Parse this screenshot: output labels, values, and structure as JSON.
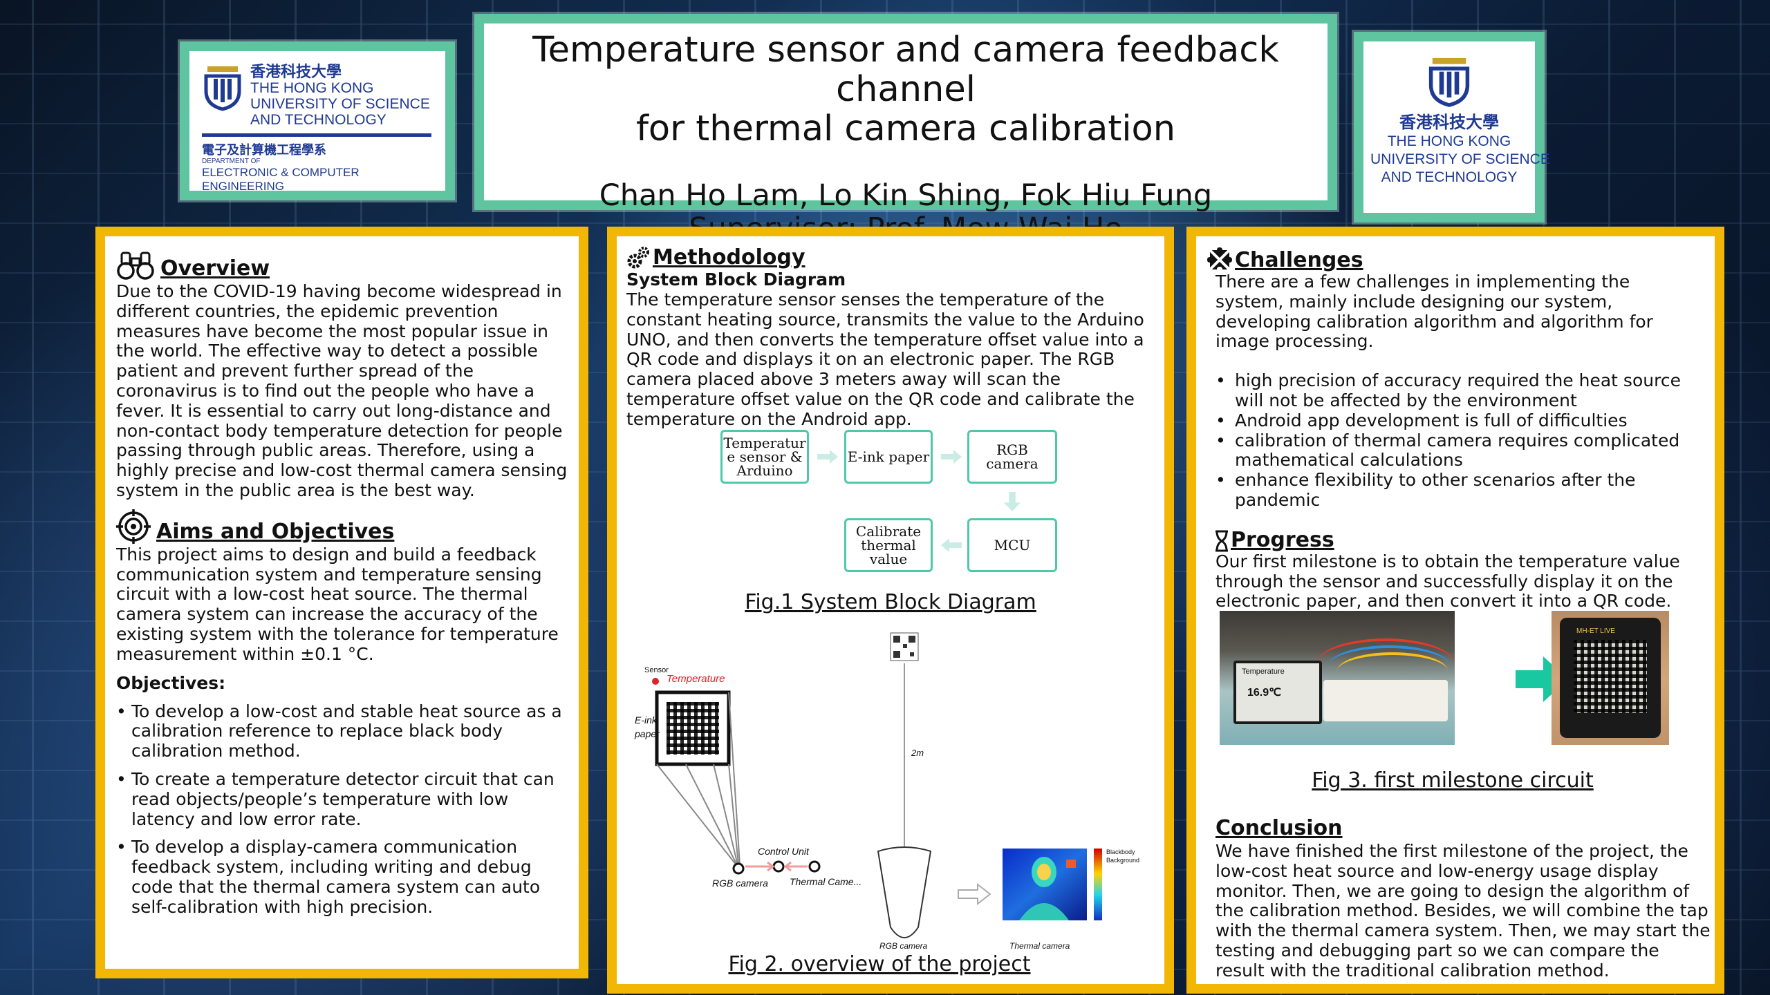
{
  "header": {
    "title_line1": "Temperature sensor and camera feedback channel",
    "title_line2": "for thermal camera calibration",
    "authors": "Chan Ho Lam, Lo Kin Shing, Fok Hiu Fung",
    "supervisor": "Supervisor: Prof. Mow Wai Ho"
  },
  "logo_left": {
    "chinese_name": "香港科技大學",
    "line1": "THE HONG KONG",
    "line2": "UNIVERSITY OF SCIENCE",
    "line3": "AND TECHNOLOGY",
    "dept_chinese": "電子及計算機工程學系",
    "dept_small": "DEPARTMENT OF",
    "dept_name": "ELECTRONIC & COMPUTER ENGINEERING"
  },
  "logo_right": {
    "chinese_name": "香港科技大學",
    "line1": "THE HONG KONG",
    "line2": "UNIVERSITY OF SCIENCE",
    "line3": "AND TECHNOLOGY"
  },
  "overview": {
    "heading": "Overview",
    "body": "Due to the COVID-19 having become widespread in different countries, the epidemic prevention measures have become the most popular issue in the world. The effective way to detect a possible patient and prevent further spread of the coronavirus is to find out the people who have a fever. It is essential to carry out long-distance and non-contact body temperature detection for people passing through public areas. Therefore,  using a highly precise and low-cost thermal camera sensing system in the public area is the best way."
  },
  "aims": {
    "heading": "Aims and Objectives",
    "body": "This project aims to design and build a feedback communication system and temperature sensing circuit with a low-cost heat source. The thermal camera system can increase the accuracy of the existing system with the tolerance for temperature measurement within ±0.1 °C.",
    "objectives_heading": "Objectives:",
    "objectives": [
      "To develop a low-cost and stable heat source as a calibration reference to replace black body calibration method.",
      "To create a temperature detector circuit that can read objects/people’s temperature with low latency and low error rate.",
      "To develop a display-camera communication feedback system, including writing and debug code that the thermal camera system can auto self-calibration with high precision."
    ]
  },
  "methodology": {
    "heading": "Methodology",
    "subheading": "System Block Diagram",
    "body": "The temperature sensor senses the temperature of the constant heating source, transmits the value to the Arduino UNO, and then converts the temperature offset value into a QR code and displays it on an electronic paper. The RGB camera placed above 3 meters away will scan the temperature offset value on the QR code and calibrate the temperature on the Android app.",
    "blocks": {
      "sensor": "Temperatur e sensor & Arduino",
      "eink": "E-ink paper",
      "rgb": "RGB camera",
      "calib": "Calibrate thermal value",
      "mcu": "MCU"
    },
    "fig1_caption": "Fig.1 System Block Diagram",
    "fig2_caption": "Fig 2. overview of the project",
    "fig2_labels": {
      "sensor": "Sensor",
      "temperature": "Temperature",
      "eink": "E-ink",
      "paper": "paper",
      "distance": "2m",
      "control_unit": "Control Unit",
      "rgb_camera": "RGB camera",
      "thermal_camera": "Thermal Came...",
      "rgb_camera_bottom": "RGB camera",
      "thermal_camera_bottom": "Thermal camera",
      "blackbody": "Blackbody",
      "background": "Background"
    }
  },
  "challenges": {
    "heading": "Challenges",
    "body": "There are a few challenges in implementing the system, mainly include designing our system, developing calibration algorithm and algorithm for image processing.",
    "items": [
      "high precision of accuracy required the heat source will not be affected by the environment",
      "Android app development is full of difficulties",
      "calibration of thermal camera requires complicated mathematical calculations",
      "enhance flexibility to other scenarios after the pandemic"
    ]
  },
  "progress": {
    "heading": "Progress",
    "body": "Our first milestone is to obtain the temperature value through the sensor and successfully display it on the electronic paper, and then convert it into a QR code.",
    "photo_eink_title": "Temperature",
    "photo_eink_value": "16.9℃",
    "photo_device_label": "MH-ET LIVE",
    "fig3_caption": "Fig 3. first milestone circuit"
  },
  "conclusion": {
    "heading": "Conclusion",
    "body": "We have finished the first milestone of the project, the low-cost heat source and low-energy usage display monitor. Then, we are going to design the algorithm of the calibration method. Besides, we will combine the tap with the thermal camera system. Then, we may start the testing and debugging part so we can compare the result with the traditional calibration method."
  },
  "colors": {
    "frame_green": "#5fc4a0",
    "frame_gold": "#f2b705",
    "hkust_blue": "#1f3a93",
    "hkust_gold": "#c9a227",
    "block_border": "#4fc8a9"
  }
}
